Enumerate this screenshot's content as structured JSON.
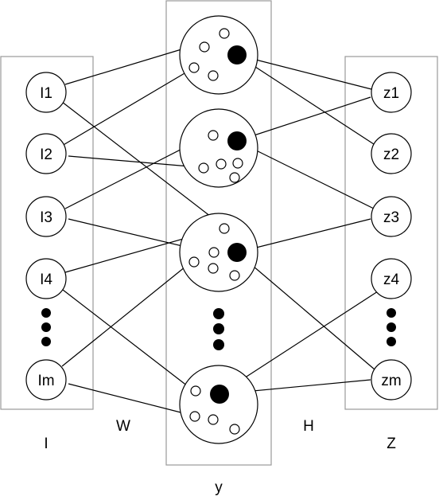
{
  "left_column": {
    "nodes": [
      "I1",
      "I2",
      "I3",
      "I4",
      "Im"
    ],
    "label": "I"
  },
  "middle_column": {
    "label": "y"
  },
  "right_column": {
    "nodes": [
      "z1",
      "z2",
      "z3",
      "z4",
      "zm"
    ],
    "label": "Z"
  },
  "edge_labels": {
    "w": "W",
    "h": "H"
  }
}
